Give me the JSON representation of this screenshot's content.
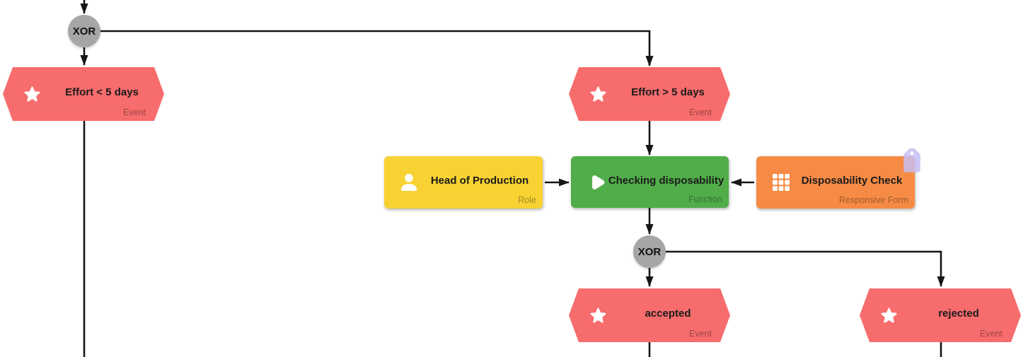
{
  "connectors": {
    "xor_top": {
      "label": "XOR"
    },
    "xor_bottom": {
      "label": "XOR"
    }
  },
  "nodes": {
    "effort_lt": {
      "label": "Effort < 5 days",
      "type_label": "Event"
    },
    "effort_gt": {
      "label": "Effort > 5 days",
      "type_label": "Event"
    },
    "head_of_production": {
      "label": "Head of Production",
      "type_label": "Role"
    },
    "checking_disposability": {
      "label": "Checking disposability",
      "type_label": "Function"
    },
    "disposability_check": {
      "label": "Disposability Check",
      "type_label": "Responsive Form"
    },
    "accepted": {
      "label": "accepted",
      "type_label": "Event"
    },
    "rejected": {
      "label": "rejected",
      "type_label": "Event"
    }
  },
  "colors": {
    "event": "#f76c6c",
    "role": "#f8d232",
    "function": "#50ad49",
    "responsive_form": "#f68b45",
    "connector": "#a6a6a6",
    "edge": "#161616",
    "tag_badge": "#c7bdf2",
    "icon": "#ffffff"
  }
}
